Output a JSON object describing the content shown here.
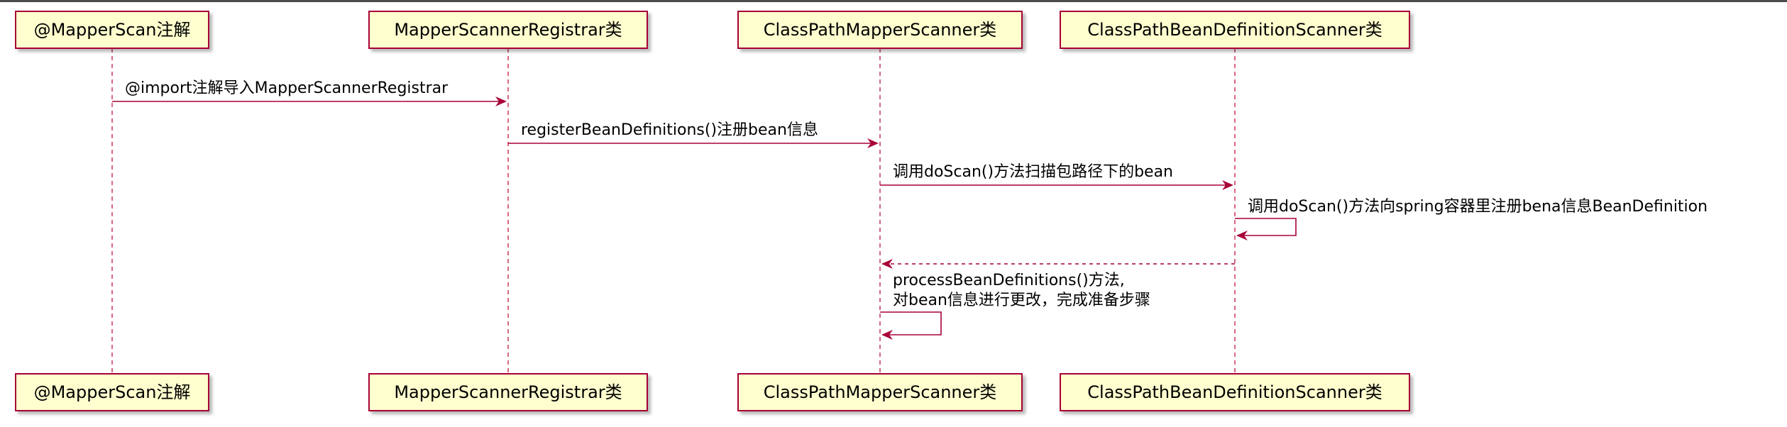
{
  "participants": [
    {
      "id": "p0",
      "label": "@MapperScan注解"
    },
    {
      "id": "p1",
      "label": "MapperScannerRegistrar类"
    },
    {
      "id": "p2",
      "label": "ClassPathMapperScanner类"
    },
    {
      "id": "p3",
      "label": "ClassPathBeanDefinitionScanner类"
    }
  ],
  "messages": [
    {
      "from": 0,
      "to": 1,
      "kind": "sync",
      "lines": [
        "@import注解导入MapperScannerRegistrar"
      ]
    },
    {
      "from": 1,
      "to": 2,
      "kind": "sync",
      "lines": [
        "registerBeanDefinitions()注册bean信息"
      ]
    },
    {
      "from": 2,
      "to": 3,
      "kind": "sync",
      "lines": [
        "调用doScan()方法扫描包路径下的bean"
      ]
    },
    {
      "from": 3,
      "to": 3,
      "kind": "self",
      "lines": [
        "调用doScan()方法向spring容器里注册bena信息BeanDefinition"
      ]
    },
    {
      "from": 3,
      "to": 2,
      "kind": "return",
      "lines": []
    },
    {
      "from": 2,
      "to": 2,
      "kind": "self",
      "lines": [
        "processBeanDefinitions()方法,",
        "对bean信息进行更改，完成准备步骤"
      ]
    }
  ],
  "colors": {
    "box_fill": "#fefece",
    "border": "#a80036",
    "lifeline": "#c9284a"
  }
}
